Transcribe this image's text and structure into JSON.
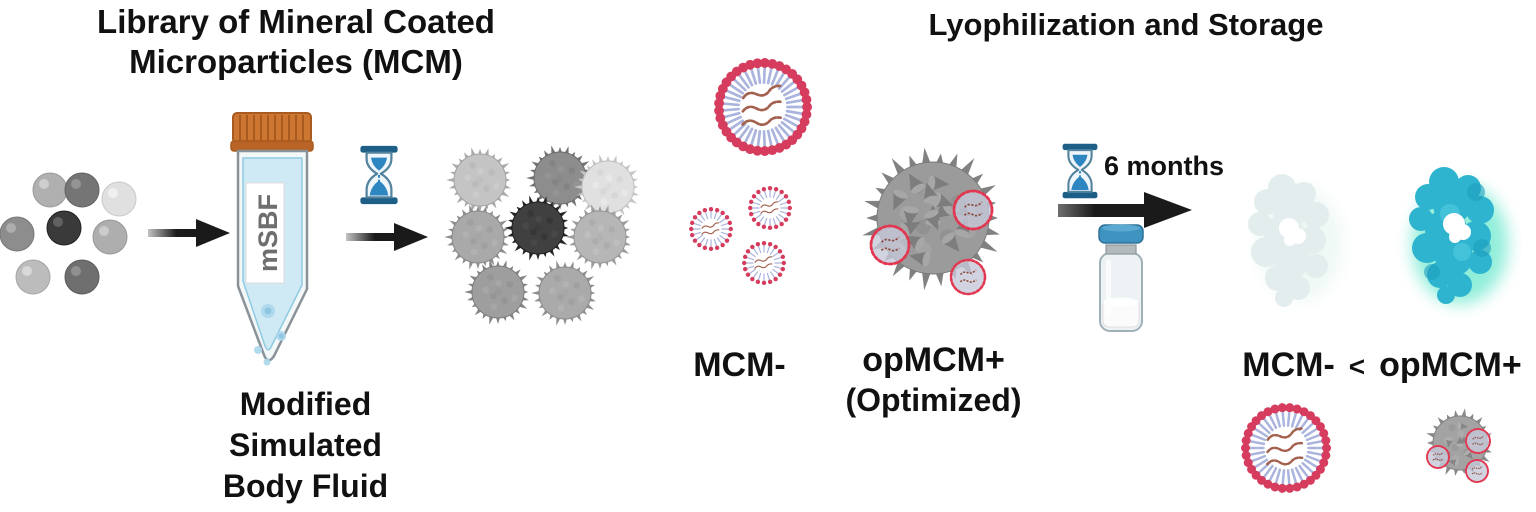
{
  "figure": {
    "left_section_title": "Library of Mineral Coated\nMicroparticles (MCM)",
    "right_section_title": "Lyophilization and Storage"
  },
  "left_panel": {
    "tube_label": "mSBF",
    "caption": "Modified\nSimulated\nBody Fluid"
  },
  "middle_panel": {
    "liposome_label": "MCM-",
    "optimized_particle_label": "opMCM+",
    "optimized_particle_sublabel": "(Optimized)"
  },
  "storage_panel": {
    "duration_label": "6 months",
    "comparison": {
      "left_label": "MCM-",
      "operator": "<",
      "right_label": "opMCM+"
    }
  },
  "icons": {
    "hourglass_icon": "hourglass with blue sand",
    "arrow_right_icon": "solid black right arrow with fading tail",
    "centrifuge_tube_icon": "conical tube with orange screw cap",
    "vial_icon": "glass vial with blue flip cap and lyophilized powder",
    "liposome_icon": "vesicle ringed by red lipid heads with cargo strands",
    "mineral_coated_particle_icon": "gray spiky mineral-coated microparticle",
    "microparticle_cluster_icon": "cluster of smooth gray microspheres",
    "fluorescence_blob_faint_icon": "faint pale expression blob",
    "fluorescence_blob_bright_icon": "bright teal expression blob"
  },
  "colors": {
    "text": "#111111",
    "tube_cap_orange": "#cd7631",
    "tube_liquid_blue": "#cfe9f5",
    "hourglass_blue": "#2e86c1",
    "hourglass_frame": "#1d5f86",
    "liposome_red": "#d63c5e",
    "liposome_tail_lavender": "#aab4dc",
    "cargo_strand_brown": "#a2604d",
    "particle_gray": "#9b9b9b",
    "highlight_ring_red": "#e23750",
    "vial_cap_blue": "#3f93c0",
    "blob_faint": "#e4edee",
    "blob_teal": "#2fb4cf",
    "arrow_black": "#1a1a1a"
  }
}
